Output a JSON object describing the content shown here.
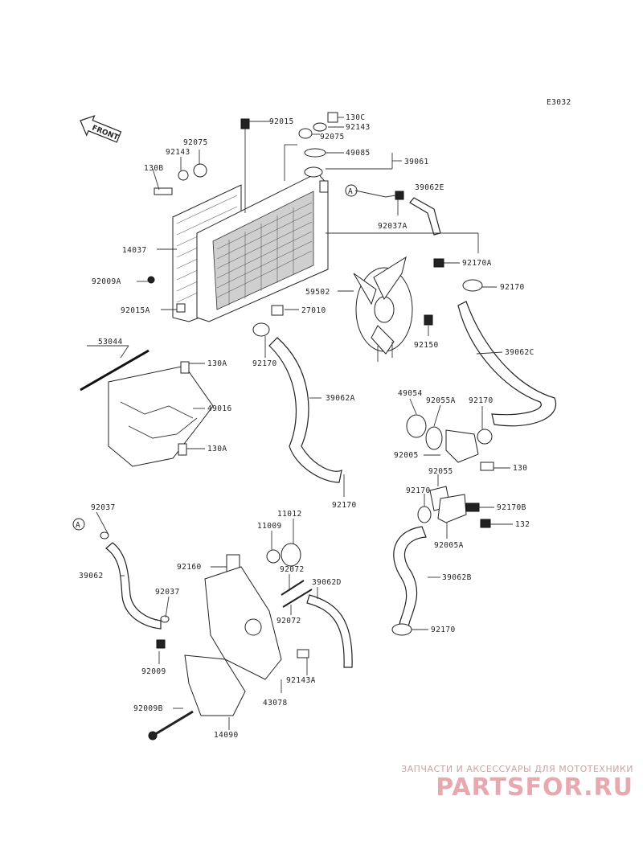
{
  "diagram_code": "E3032",
  "front_label": "FRONT",
  "ref_marker": "A",
  "watermark": {
    "tagline": "ЗАПЧАСТИ И АКСЕССУАРЫ ДЛЯ МОТОТЕХНИКИ",
    "brand": "PARTSFOR.RU"
  },
  "labels": [
    "92015",
    "130C",
    "92143",
    "92075",
    "49085",
    "39061",
    "92075",
    "92143",
    "130B",
    "39062E",
    "92037A",
    "14037",
    "92170A",
    "92009A",
    "92170",
    "59502",
    "92015A",
    "27010",
    "92150",
    "53044",
    "39062C",
    "130A",
    "92170",
    "49016",
    "39062A",
    "49054",
    "92055A",
    "92170",
    "92005",
    "92055",
    "130",
    "130A",
    "92170",
    "92170",
    "92170B",
    "92037",
    "11012",
    "11009",
    "132",
    "92005A",
    "39062",
    "92160",
    "92072",
    "39062D",
    "39062B",
    "92037",
    "92072",
    "92170",
    "92009",
    "92143A",
    "43078",
    "92009B",
    "14090"
  ]
}
